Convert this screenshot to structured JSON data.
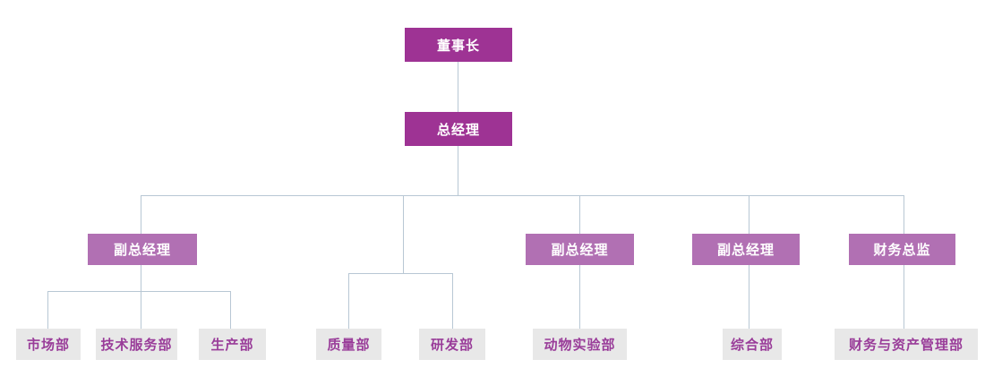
{
  "diagram_type": "org-chart",
  "colors": {
    "top_bg": "#9e3394",
    "mid_bg": "#b170b3",
    "dept_bg": "#e8e8e8",
    "dept_text": "#993c99",
    "line": "#b8c7d4"
  },
  "nodes": {
    "chairman": "董事长",
    "general_manager": "总经理",
    "deputy_1": "副总经理",
    "deputy_2": "副总经理",
    "deputy_3": "副总经理",
    "finance_director": "财务总监",
    "dept_marketing": "市场部",
    "dept_tech_service": "技术服务部",
    "dept_production": "生产部",
    "dept_quality": "质量部",
    "dept_rnd": "研发部",
    "dept_animal_lab": "动物实验部",
    "dept_general": "综合部",
    "dept_finance_asset": "财务与资产管理部"
  },
  "edges": [
    [
      "chairman",
      "general_manager"
    ],
    [
      "general_manager",
      "deputy_1"
    ],
    [
      "general_manager",
      "quality_rnd_branch"
    ],
    [
      "general_manager",
      "deputy_2"
    ],
    [
      "general_manager",
      "deputy_3"
    ],
    [
      "general_manager",
      "finance_director"
    ],
    [
      "deputy_1",
      "dept_marketing"
    ],
    [
      "deputy_1",
      "dept_tech_service"
    ],
    [
      "deputy_1",
      "dept_production"
    ],
    [
      "quality_rnd_branch",
      "dept_quality"
    ],
    [
      "quality_rnd_branch",
      "dept_rnd"
    ],
    [
      "deputy_2",
      "dept_animal_lab"
    ],
    [
      "deputy_3",
      "dept_general"
    ],
    [
      "finance_director",
      "dept_finance_asset"
    ]
  ]
}
